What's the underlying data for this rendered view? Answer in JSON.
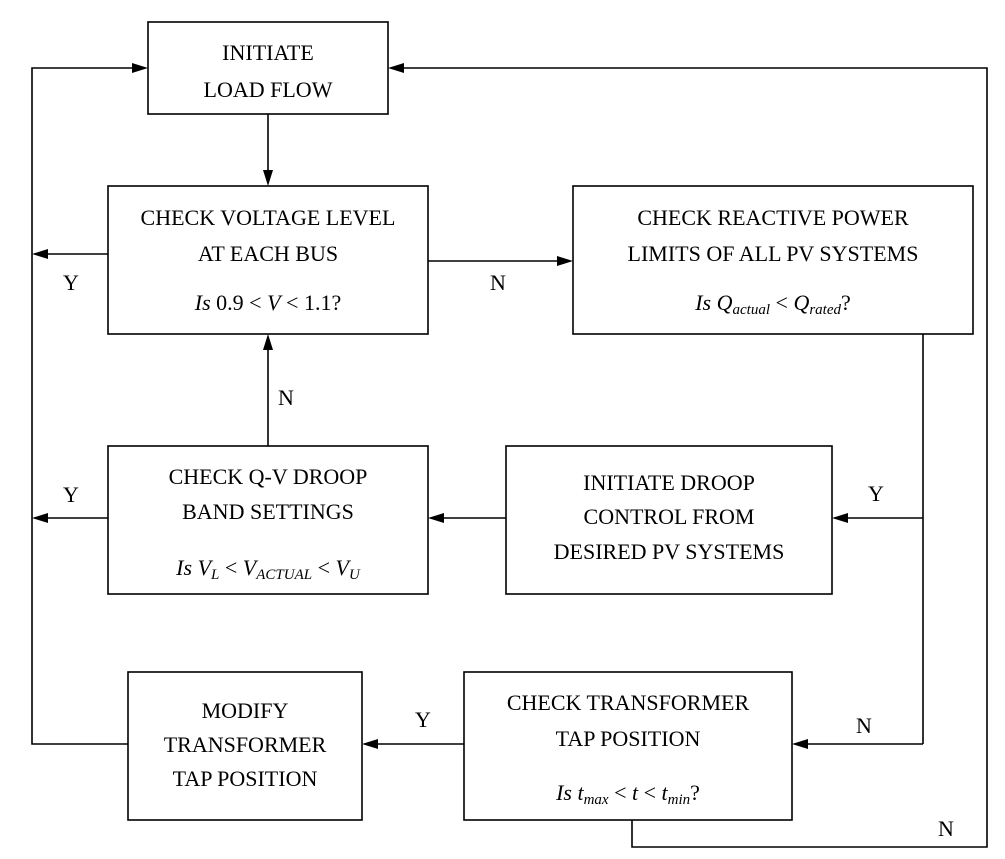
{
  "boxes": {
    "initiate_load_flow": [
      "INITIATE",
      "LOAD FLOW"
    ],
    "check_voltage_level": {
      "lines": [
        "CHECK VOLTAGE LEVEL",
        "AT EACH BUS"
      ],
      "condition": {
        "prefix": "Is",
        "text1": "0.9 < ",
        "var": "V",
        "text2": " < 1.1?"
      }
    },
    "check_reactive_power": {
      "lines": [
        "CHECK REACTIVE POWER",
        "LIMITS OF ALL PV SYSTEMS"
      ],
      "condition": {
        "prefix": "Is",
        "var1": "Q",
        "sub1": "actual",
        "op": " < ",
        "var2": "Q",
        "sub2": "rated",
        "end": "?"
      }
    },
    "check_qv_droop": {
      "lines": [
        "CHECK Q-V DROOP",
        "BAND SETTINGS"
      ],
      "condition": {
        "prefix": "Is",
        "var1": "V",
        "sub1": "L",
        "op1": " < ",
        "var2": "V",
        "sub2": "ACTUAL",
        "op2": " < ",
        "var3": "V",
        "sub3": "U"
      }
    },
    "initiate_droop_control": [
      "INITIATE DROOP",
      "CONTROL FROM",
      "DESIRED PV SYSTEMS"
    ],
    "check_transformer_tap": {
      "lines": [
        "CHECK TRANSFORMER",
        "TAP POSITION"
      ],
      "condition": {
        "prefix": "Is",
        "var1": "t",
        "sub1": "max",
        "op1": " < ",
        "var2": "t",
        "op2": " < ",
        "var3": "t",
        "sub3": "min",
        "end": "?"
      }
    },
    "modify_transformer_tap": [
      "MODIFY",
      "TRANSFORMER",
      "TAP POSITION"
    ]
  },
  "edge_labels": {
    "voltage_yes": "Y",
    "voltage_no": "N",
    "droop_band_no": "N",
    "droop_band_yes": "Y",
    "reactive_yes": "Y",
    "tap_yes": "Y",
    "reactive_no": "N",
    "tap_no": "N"
  }
}
